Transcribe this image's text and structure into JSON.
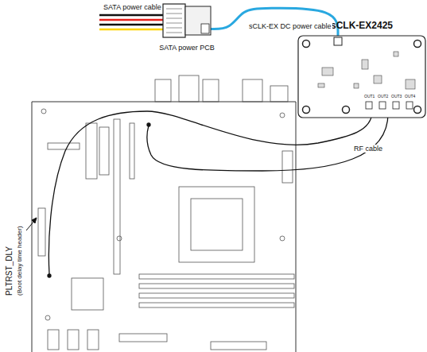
{
  "diagram": {
    "nodes": [
      {
        "text": [
          "SATA power PCB"
        ]
      },
      {
        "text": [
          "sCLK-EX2425"
        ]
      }
    ],
    "edges": [
      {
        "from": 0,
        "to": 1,
        "label": "sCLK-EX DC power cable",
        "arrow": "none"
      }
    ],
    "labels": [
      "SATA power cable",
      "RF cable",
      "PLTRST_DLY",
      "(Boot delay time header)",
      "OUT1",
      "OUT2",
      "OUT3",
      "OUT4"
    ]
  }
}
